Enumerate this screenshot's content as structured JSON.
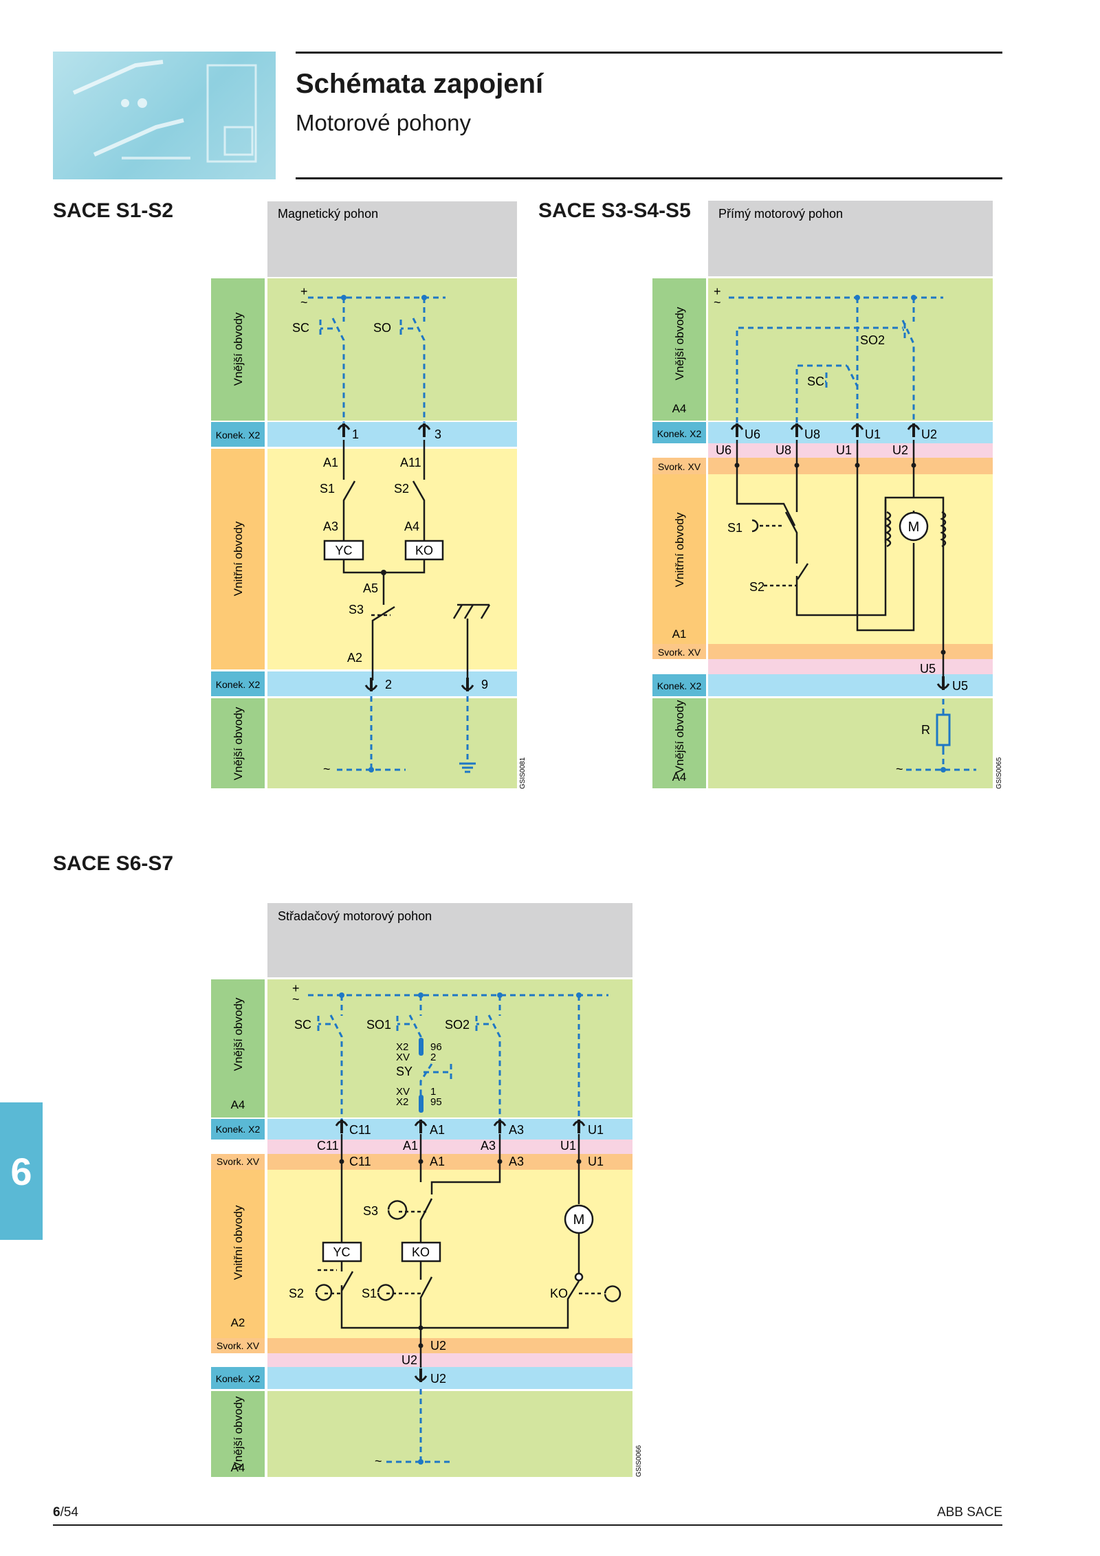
{
  "header": {
    "title": "Schémata zapojení",
    "subtitle": "Motorové pohony"
  },
  "sections": {
    "s1": {
      "title": "SACE S1-S2",
      "panel": "Magnetický pohon",
      "code": "GSIS0081",
      "zones": {
        "ext_top": "Vnější obvody",
        "con_top": "Konek. X2",
        "int": "Vnitřní obvody",
        "con_bottom": "Konek. X2",
        "ext_bottom": "Vnější obvody"
      },
      "labels": {
        "supply_top": "+",
        "supply_top_tilde": "~",
        "sc": "SC",
        "so": "SO",
        "t1": "1",
        "t3": "3",
        "a1": "A1",
        "a11": "A11",
        "s1": "S1",
        "s2": "S2",
        "a3": "A3",
        "a4": "A4",
        "yc": "YC",
        "ko": "KO",
        "a5": "A5",
        "s3": "S3",
        "a2": "A2",
        "t2": "2",
        "t9": "9",
        "supply_bottom": "~"
      }
    },
    "s3": {
      "title": "SACE S3-S4-S5",
      "panel": "Přímý motorový pohon",
      "code": "GSIS0065",
      "zones": {
        "ext_top": "Vnější obvody",
        "ext_top_code": "A4",
        "con_top": "Konek. X2",
        "svork_top": "Svork. XV",
        "int": "Vnitřní obvody",
        "int_code": "A1",
        "svork_bottom": "Svork. XV",
        "con_bottom": "Konek. X2",
        "ext_bottom": "Vnější obvody",
        "ext_bottom_code": "A4"
      },
      "labels": {
        "supply_top": "+",
        "supply_top_tilde": "~",
        "so2": "SO2",
        "sc": "SC",
        "u6": "U6",
        "u8": "U8",
        "u1": "U1",
        "u2": "U2",
        "s1": "S1",
        "s2": "S2",
        "m": "M",
        "u5": "U5",
        "r": "R",
        "supply_bottom": "~"
      }
    },
    "s6": {
      "title": "SACE S6-S7",
      "panel": "Střadačový motorový pohon",
      "code": "GSIS0066",
      "zones": {
        "ext_top": "Vnější obvody",
        "ext_top_code": "A4",
        "con_top": "Konek. X2",
        "svork_top": "Svork. XV",
        "int": "Vnitřní obvody",
        "int_code": "A2",
        "svork_bottom": "Svork. XV",
        "con_bottom": "Konek. X2",
        "ext_bottom": "Vnější obvody",
        "ext_bottom_code": "A4"
      },
      "labels": {
        "supply_top": "+",
        "supply_top_tilde": "~",
        "sc": "SC",
        "so1": "SO1",
        "so2": "SO2",
        "x2a": "X2",
        "xva": "XV",
        "n96": "96",
        "n2": "2",
        "sy": "SY",
        "xvb": "XV",
        "x2b": "X2",
        "n1": "1",
        "n95": "95",
        "c11": "C11",
        "a1": "A1",
        "a3": "A3",
        "u1": "U1",
        "s3": "S3",
        "m": "M",
        "yc": "YC",
        "ko": "KO",
        "s2": "S2",
        "s1": "S1",
        "ko_sw": "KO",
        "u2": "U2",
        "supply_bottom": "~"
      }
    }
  },
  "chapter_tab": "6",
  "footer": {
    "page_bold": "6",
    "page_rest": "/54",
    "company": "ABB SACE"
  },
  "colors": {
    "green": "#d3e59f",
    "green_label": "#9ed08a",
    "blue": "#a9dff4",
    "blue_label": "#5ab9d5",
    "pink": "#f8d3e2",
    "orange": "#fcc787",
    "yellow": "#fff4a7",
    "yellow_label": "#fdca75",
    "gray": "#d3d3d4",
    "dash": "#1e77c5",
    "tab": "#5ab9d5"
  }
}
